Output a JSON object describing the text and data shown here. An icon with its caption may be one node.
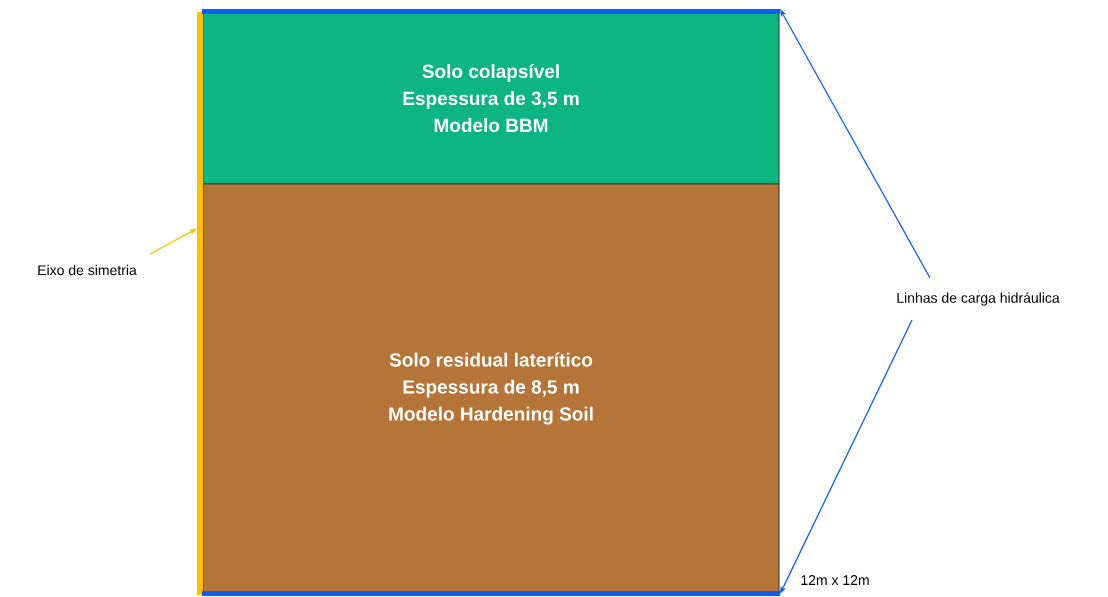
{
  "diagram": {
    "nodes": [
      {
        "text": [
          "Solo colapsível",
          "Espessura de 3,5 m",
          "Modelo BBM"
        ]
      },
      {
        "text": [
          "Solo residual laterítico",
          "Espessura de 8,5 m",
          "Modelo Hardening Soil"
        ]
      },
      {
        "text": [
          "Eixo de simetria"
        ]
      },
      {
        "text": [],
        "shape": "bar"
      },
      {
        "text": [
          "Linhas de carga hidráulica"
        ]
      },
      {
        "text": [],
        "shape": "bar"
      },
      {
        "text": [],
        "shape": "bar"
      }
    ],
    "edges": [
      {
        "from": 2,
        "to": 3,
        "arrow": "to",
        "color": "#ffc000"
      },
      {
        "from": 4,
        "to": 5,
        "arrow": "to"
      },
      {
        "from": 4,
        "to": 6,
        "arrow": "to"
      }
    ],
    "labels": [
      "12m x 12m"
    ]
  }
}
